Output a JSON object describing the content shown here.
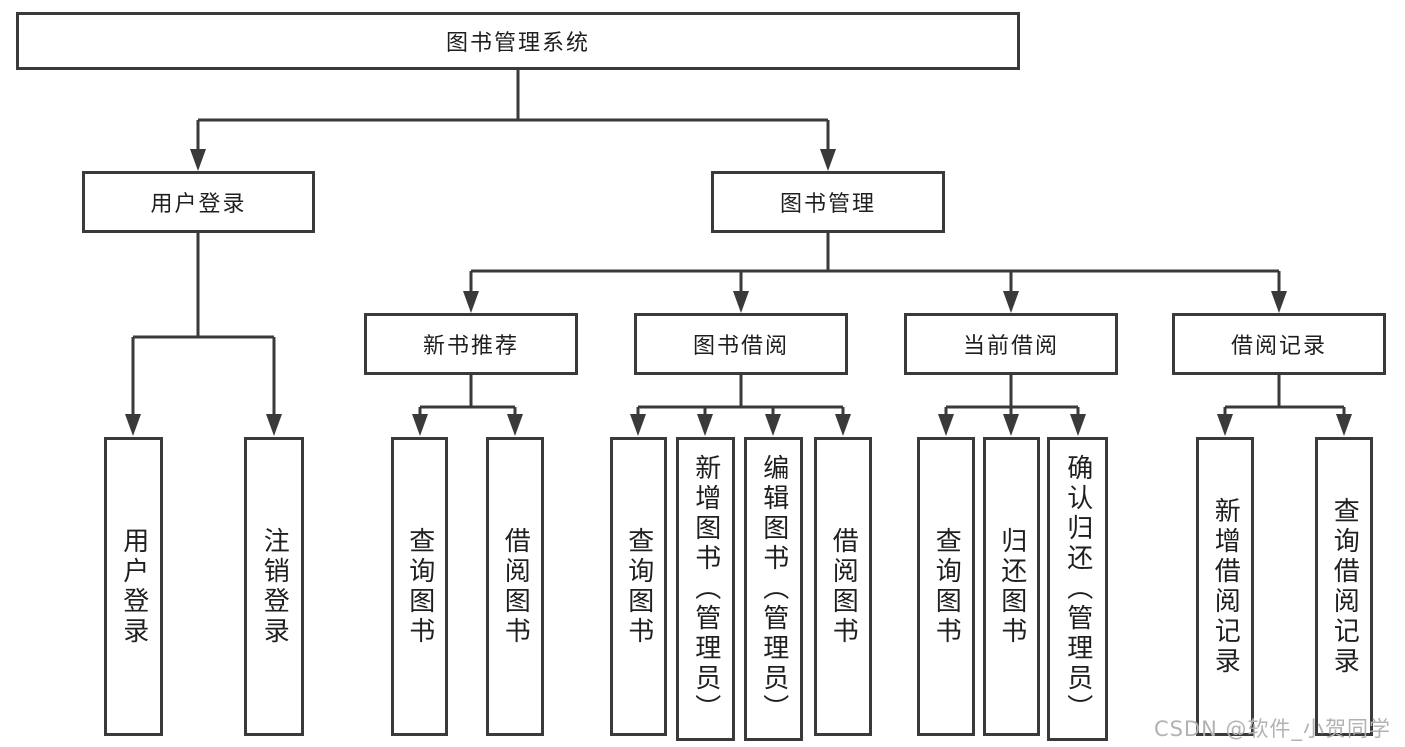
{
  "diagram": {
    "title": "图书管理系统",
    "level2": {
      "user_login": "用户登录",
      "book_management": "图书管理"
    },
    "level3": {
      "new_book_recommend": "新书推荐",
      "book_borrow": "图书借阅",
      "current_borrow": "当前借阅",
      "borrow_records": "借阅记录"
    },
    "leaves": {
      "login": [
        "用户登录",
        "注销登录"
      ],
      "recommend": [
        "查询图书",
        "借阅图书"
      ],
      "borrow": [
        "查询图书",
        "新增图书（管理员）",
        "编辑图书（管理员）",
        "借阅图书"
      ],
      "current": [
        "查询图书",
        "归还图书",
        "确认归还（管理员）"
      ],
      "records": [
        "新增借阅记录",
        "查询借阅记录"
      ]
    },
    "colors": {
      "line": "#3a3a3a",
      "text": "#1f1f1f",
      "background": "#ffffff",
      "watermark": "#b2b2b2"
    }
  },
  "watermark": {
    "text": "CSDN @软件_小贺同学"
  }
}
